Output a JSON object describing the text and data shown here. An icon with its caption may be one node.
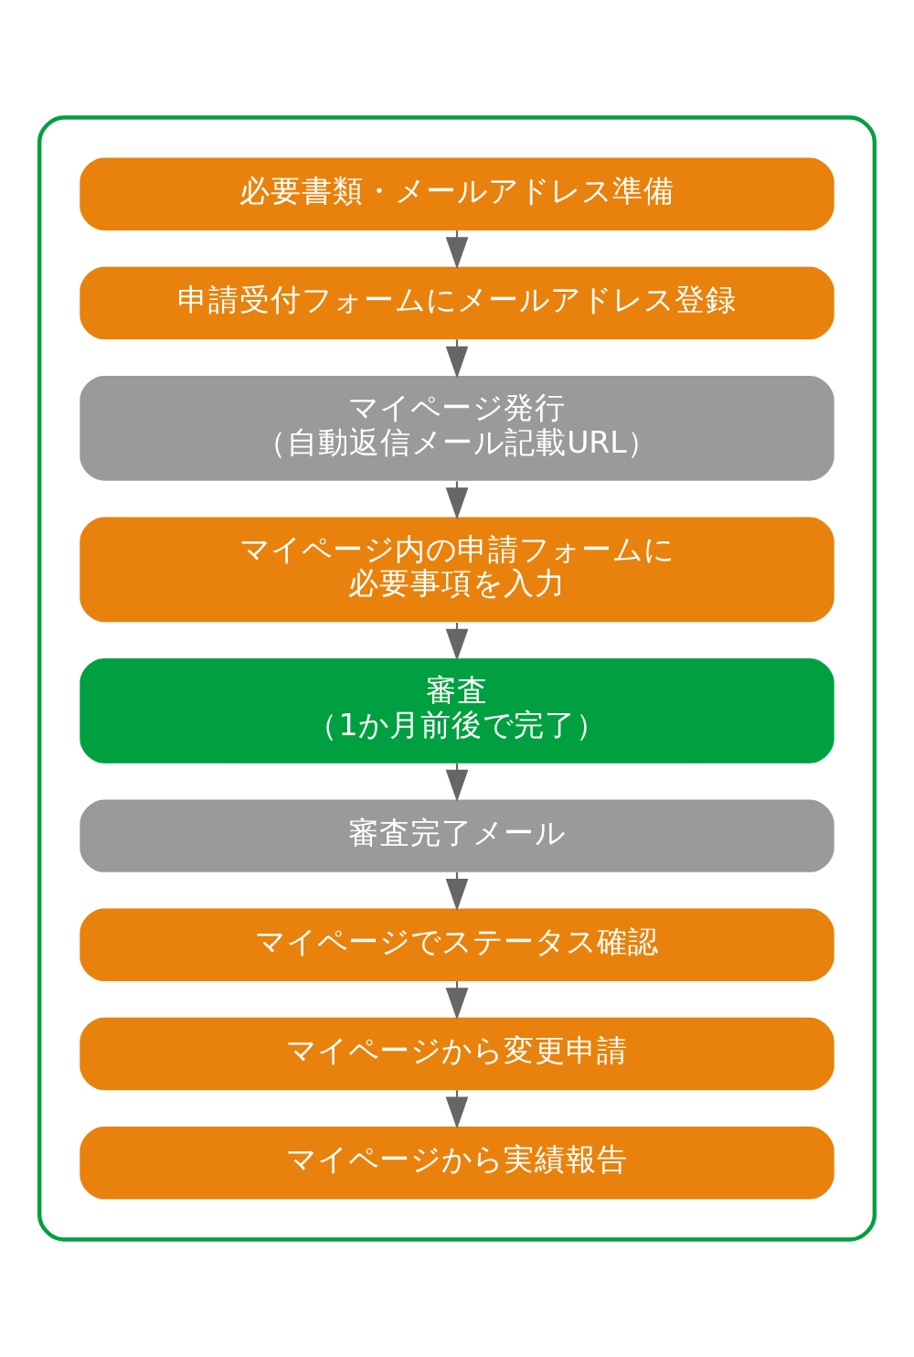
{
  "diagram": {
    "nodes": [
      {
        "text": [],
        "shape": "box"
      },
      {
        "text": [
          "必要書類・メールアドレス準備"
        ],
        "in": 0
      },
      {
        "text": [
          "申請受付フォームにメールアドレス登録"
        ],
        "in": 0
      },
      {
        "text": [
          "マイページ発行",
          "（自動返信メール記載URL）"
        ],
        "in": 0
      },
      {
        "text": [
          "マイページ内の申請フォームに必要事項を入力"
        ],
        "in": 0
      },
      {
        "text": [
          "審査",
          "（1か月前後で完了）"
        ],
        "in": 0
      },
      {
        "text": [
          "審査完了メール"
        ],
        "in": 0
      },
      {
        "text": [
          "マイページでステータス確認"
        ],
        "in": 0
      },
      {
        "text": [
          "マイページから変更申請"
        ],
        "in": 0
      },
      {
        "text": [
          "マイページから実績報告"
        ],
        "in": 0
      }
    ],
    "edges": [
      {
        "from": 1,
        "to": 2,
        "arrow": "to"
      },
      {
        "from": 2,
        "to": 3,
        "arrow": "to"
      },
      {
        "from": 3,
        "to": 4,
        "arrow": "to"
      },
      {
        "from": 4,
        "to": 5,
        "arrow": "to"
      },
      {
        "from": 5,
        "to": 6,
        "arrow": "to"
      },
      {
        "from": 6,
        "to": 7,
        "arrow": "to"
      },
      {
        "from": 7,
        "to": 8,
        "arrow": "to"
      },
      {
        "from": 8,
        "to": 9,
        "arrow": "to"
      }
    ]
  }
}
